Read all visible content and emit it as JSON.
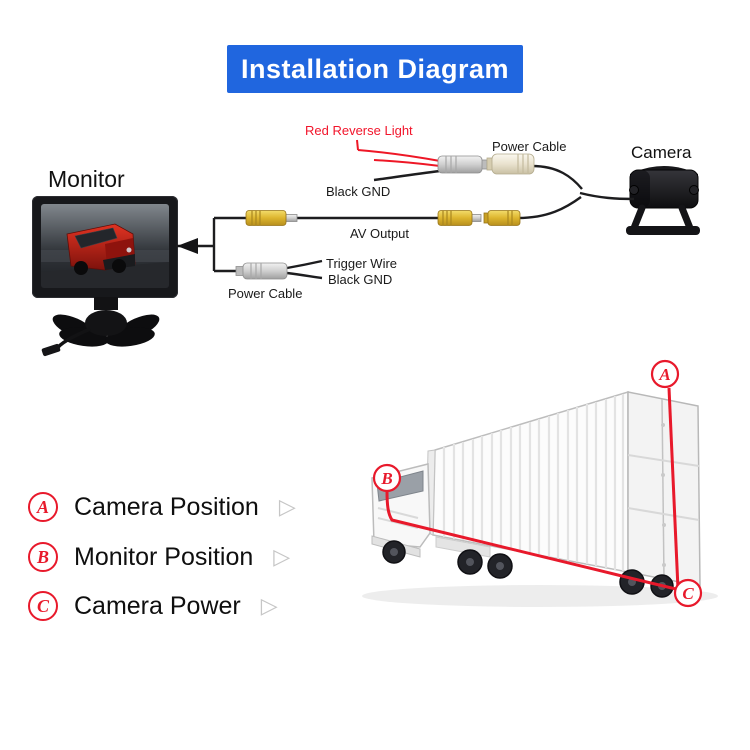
{
  "banner": {
    "title": "Installation Diagram"
  },
  "monitor": {
    "label": "Monitor"
  },
  "camera": {
    "label": "Camera"
  },
  "wiring": {
    "red_reverse_light": "Red Reverse Light",
    "power_cable_top": "Power Cable",
    "black_gnd_top": "Black GND",
    "av_output": "AV Output",
    "trigger_wire": "Trigger Wire",
    "black_gnd_bottom": "Black GND",
    "power_cable_bottom": "Power Cable"
  },
  "truck": {
    "markers": {
      "a": "A",
      "b": "B",
      "c": "C"
    }
  },
  "legend": {
    "items": [
      {
        "letter": "A",
        "label": "Camera Position"
      },
      {
        "letter": "B",
        "label": "Monitor Position"
      },
      {
        "letter": "C",
        "label": "Camera Power"
      }
    ]
  },
  "icons": {
    "legend_pointer": "▷"
  },
  "colors": {
    "banner_bg": "#2066DF",
    "banner_text": "#FFFFFF",
    "accent_red": "#E8192B",
    "connector_gold": "#DDB52E",
    "text_dark": "#111111"
  }
}
